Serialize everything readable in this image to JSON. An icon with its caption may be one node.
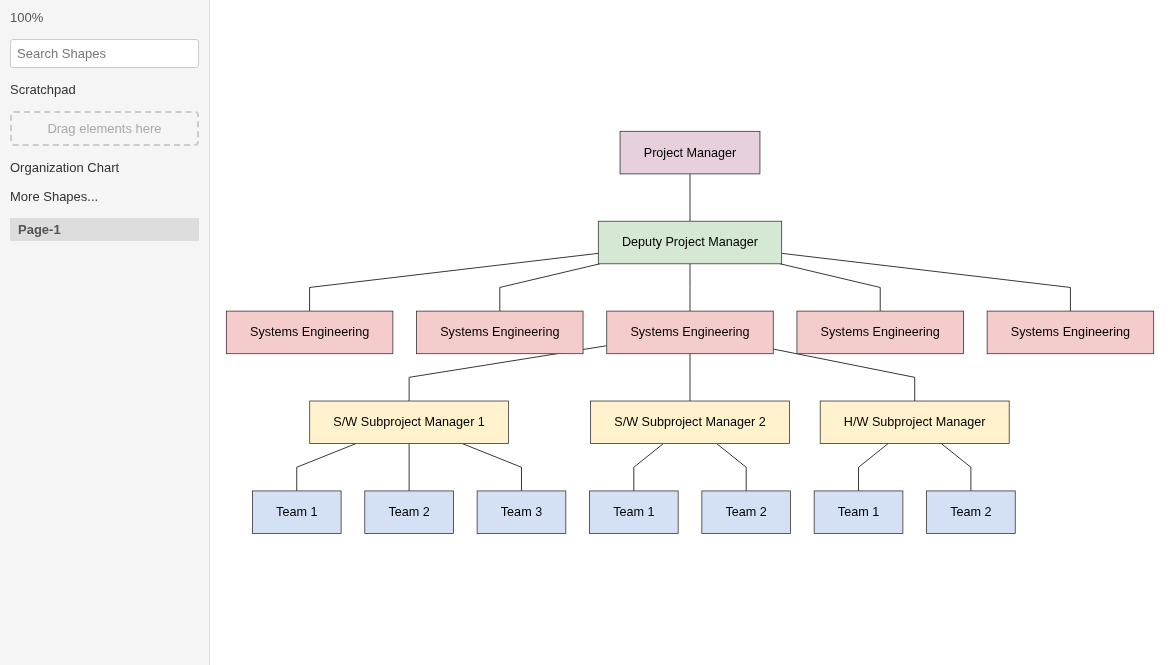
{
  "diagram": {
    "nodes": [
      {
        "text": [
          "Project Manager"
        ]
      },
      {
        "text": [
          "Deputy Project Manager"
        ]
      },
      {
        "text": [
          "Systems Engineering"
        ]
      },
      {
        "text": [
          "Systems Engineering"
        ]
      },
      {
        "text": [
          "Systems Engineering"
        ]
      },
      {
        "text": [
          "Systems Engineering"
        ]
      },
      {
        "text": [
          "Systems Engineering"
        ]
      },
      {
        "text": [
          "S/W Subproject Manager 1"
        ]
      },
      {
        "text": [
          "S/W Subproject Manager 2"
        ]
      },
      {
        "text": [
          "H/W Subproject Manager"
        ]
      },
      {
        "text": [
          "Team 1"
        ]
      },
      {
        "text": [
          "Team 2"
        ]
      },
      {
        "text": [
          "Team 3"
        ]
      },
      {
        "text": [
          "Team 1"
        ]
      },
      {
        "text": [
          "Team 2"
        ]
      },
      {
        "text": [
          "Team 1"
        ]
      },
      {
        "text": [
          "Team 2"
        ]
      }
    ],
    "edges": [
      {
        "from": 0,
        "to": 1,
        "arrow": "none"
      },
      {
        "from": 1,
        "to": 2,
        "arrow": "none"
      },
      {
        "from": 1,
        "to": 3,
        "arrow": "none"
      },
      {
        "from": 1,
        "to": 4,
        "arrow": "none"
      },
      {
        "from": 1,
        "to": 5,
        "arrow": "none"
      },
      {
        "from": 1,
        "to": 6,
        "arrow": "none"
      },
      {
        "from": 4,
        "to": 7,
        "arrow": "none"
      },
      {
        "from": 4,
        "to": 8,
        "arrow": "none"
      },
      {
        "from": 4,
        "to": 9,
        "arrow": "none"
      },
      {
        "from": 7,
        "to": 10,
        "arrow": "none"
      },
      {
        "from": 7,
        "to": 11,
        "arrow": "none"
      },
      {
        "from": 7,
        "to": 12,
        "arrow": "none"
      },
      {
        "from": 8,
        "to": 13,
        "arrow": "none"
      },
      {
        "from": 8,
        "to": 14,
        "arrow": "none"
      },
      {
        "from": 9,
        "to": 15,
        "arrow": "none"
      },
      {
        "from": 9,
        "to": 16,
        "arrow": "none"
      }
    ],
    "labels": [
      "100%",
      "Search Shapes",
      "Scratchpad",
      "Drag elements here",
      "Organization Chart",
      "More Shapes...",
      "Page-1"
    ]
  }
}
